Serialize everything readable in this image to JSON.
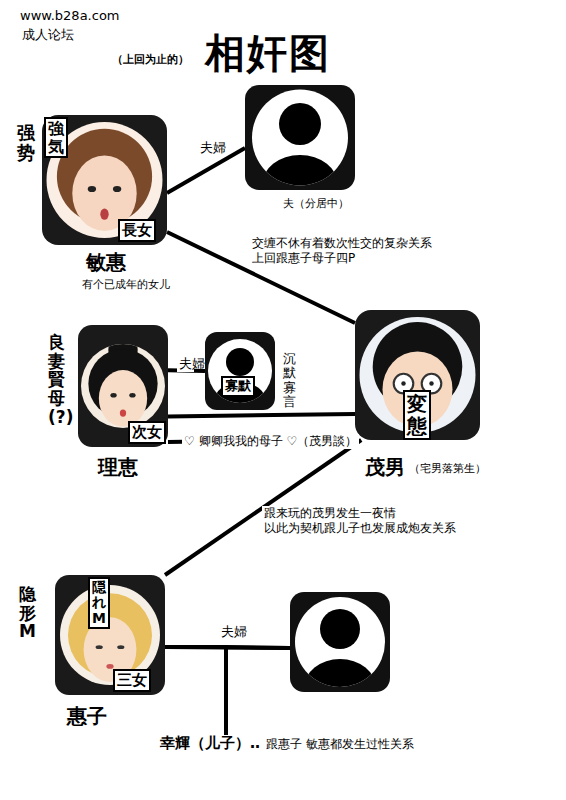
{
  "diagram": {
    "title": "相奸图",
    "nodes": [
      {
        "text": [
          "强势",
          "強気",
          "長女",
          "敏惠",
          "有个已成年的女儿"
        ]
      },
      {
        "text": [
          "夫（分居中）"
        ]
      },
      {
        "text": [
          "良妻賢母(?)",
          "次女",
          "理恵"
        ]
      },
      {
        "text": [
          "寡默",
          "沉默寡言"
        ]
      },
      {
        "text": [
          "変態",
          "茂男",
          "（宅男落第生）"
        ]
      },
      {
        "text": [
          "隐形M",
          "隠れM",
          "三女",
          "惠子"
        ]
      },
      {
        "text": []
      },
      {
        "text": [
          "幸輝（儿子）‥",
          "跟惠子 敏惠都发生过性关系"
        ]
      }
    ],
    "edges": [
      {
        "from": 0,
        "to": 1,
        "label": "夫婦",
        "arrow": "none"
      },
      {
        "from": 0,
        "to": 4,
        "label": "交缠不休有着数次性交的复杂关系 上回跟惠子母子四P",
        "arrow": "none"
      },
      {
        "from": 2,
        "to": 3,
        "label": "夫婦",
        "arrow": "none"
      },
      {
        "from": 2,
        "to": 4,
        "arrow": "none"
      },
      {
        "from": 2,
        "to": 4,
        "label": "♡ 卿卿我我的母子 ♡（茂男談）",
        "arrow": "none"
      },
      {
        "from": 4,
        "to": 5,
        "label": "跟来玩的茂男发生一夜情 以此为契机跟儿子也发展成炮友关系",
        "arrow": "none"
      },
      {
        "from": 5,
        "to": 6,
        "label": "夫婦",
        "arrow": "none"
      },
      {
        "from": 5,
        "to": 7,
        "arrow": "none"
      },
      {
        "from": 6,
        "to": 7,
        "arrow": "none"
      }
    ],
    "labels": [
      "www.b28a.com",
      "成人论坛",
      "（上回为止的）"
    ]
  }
}
